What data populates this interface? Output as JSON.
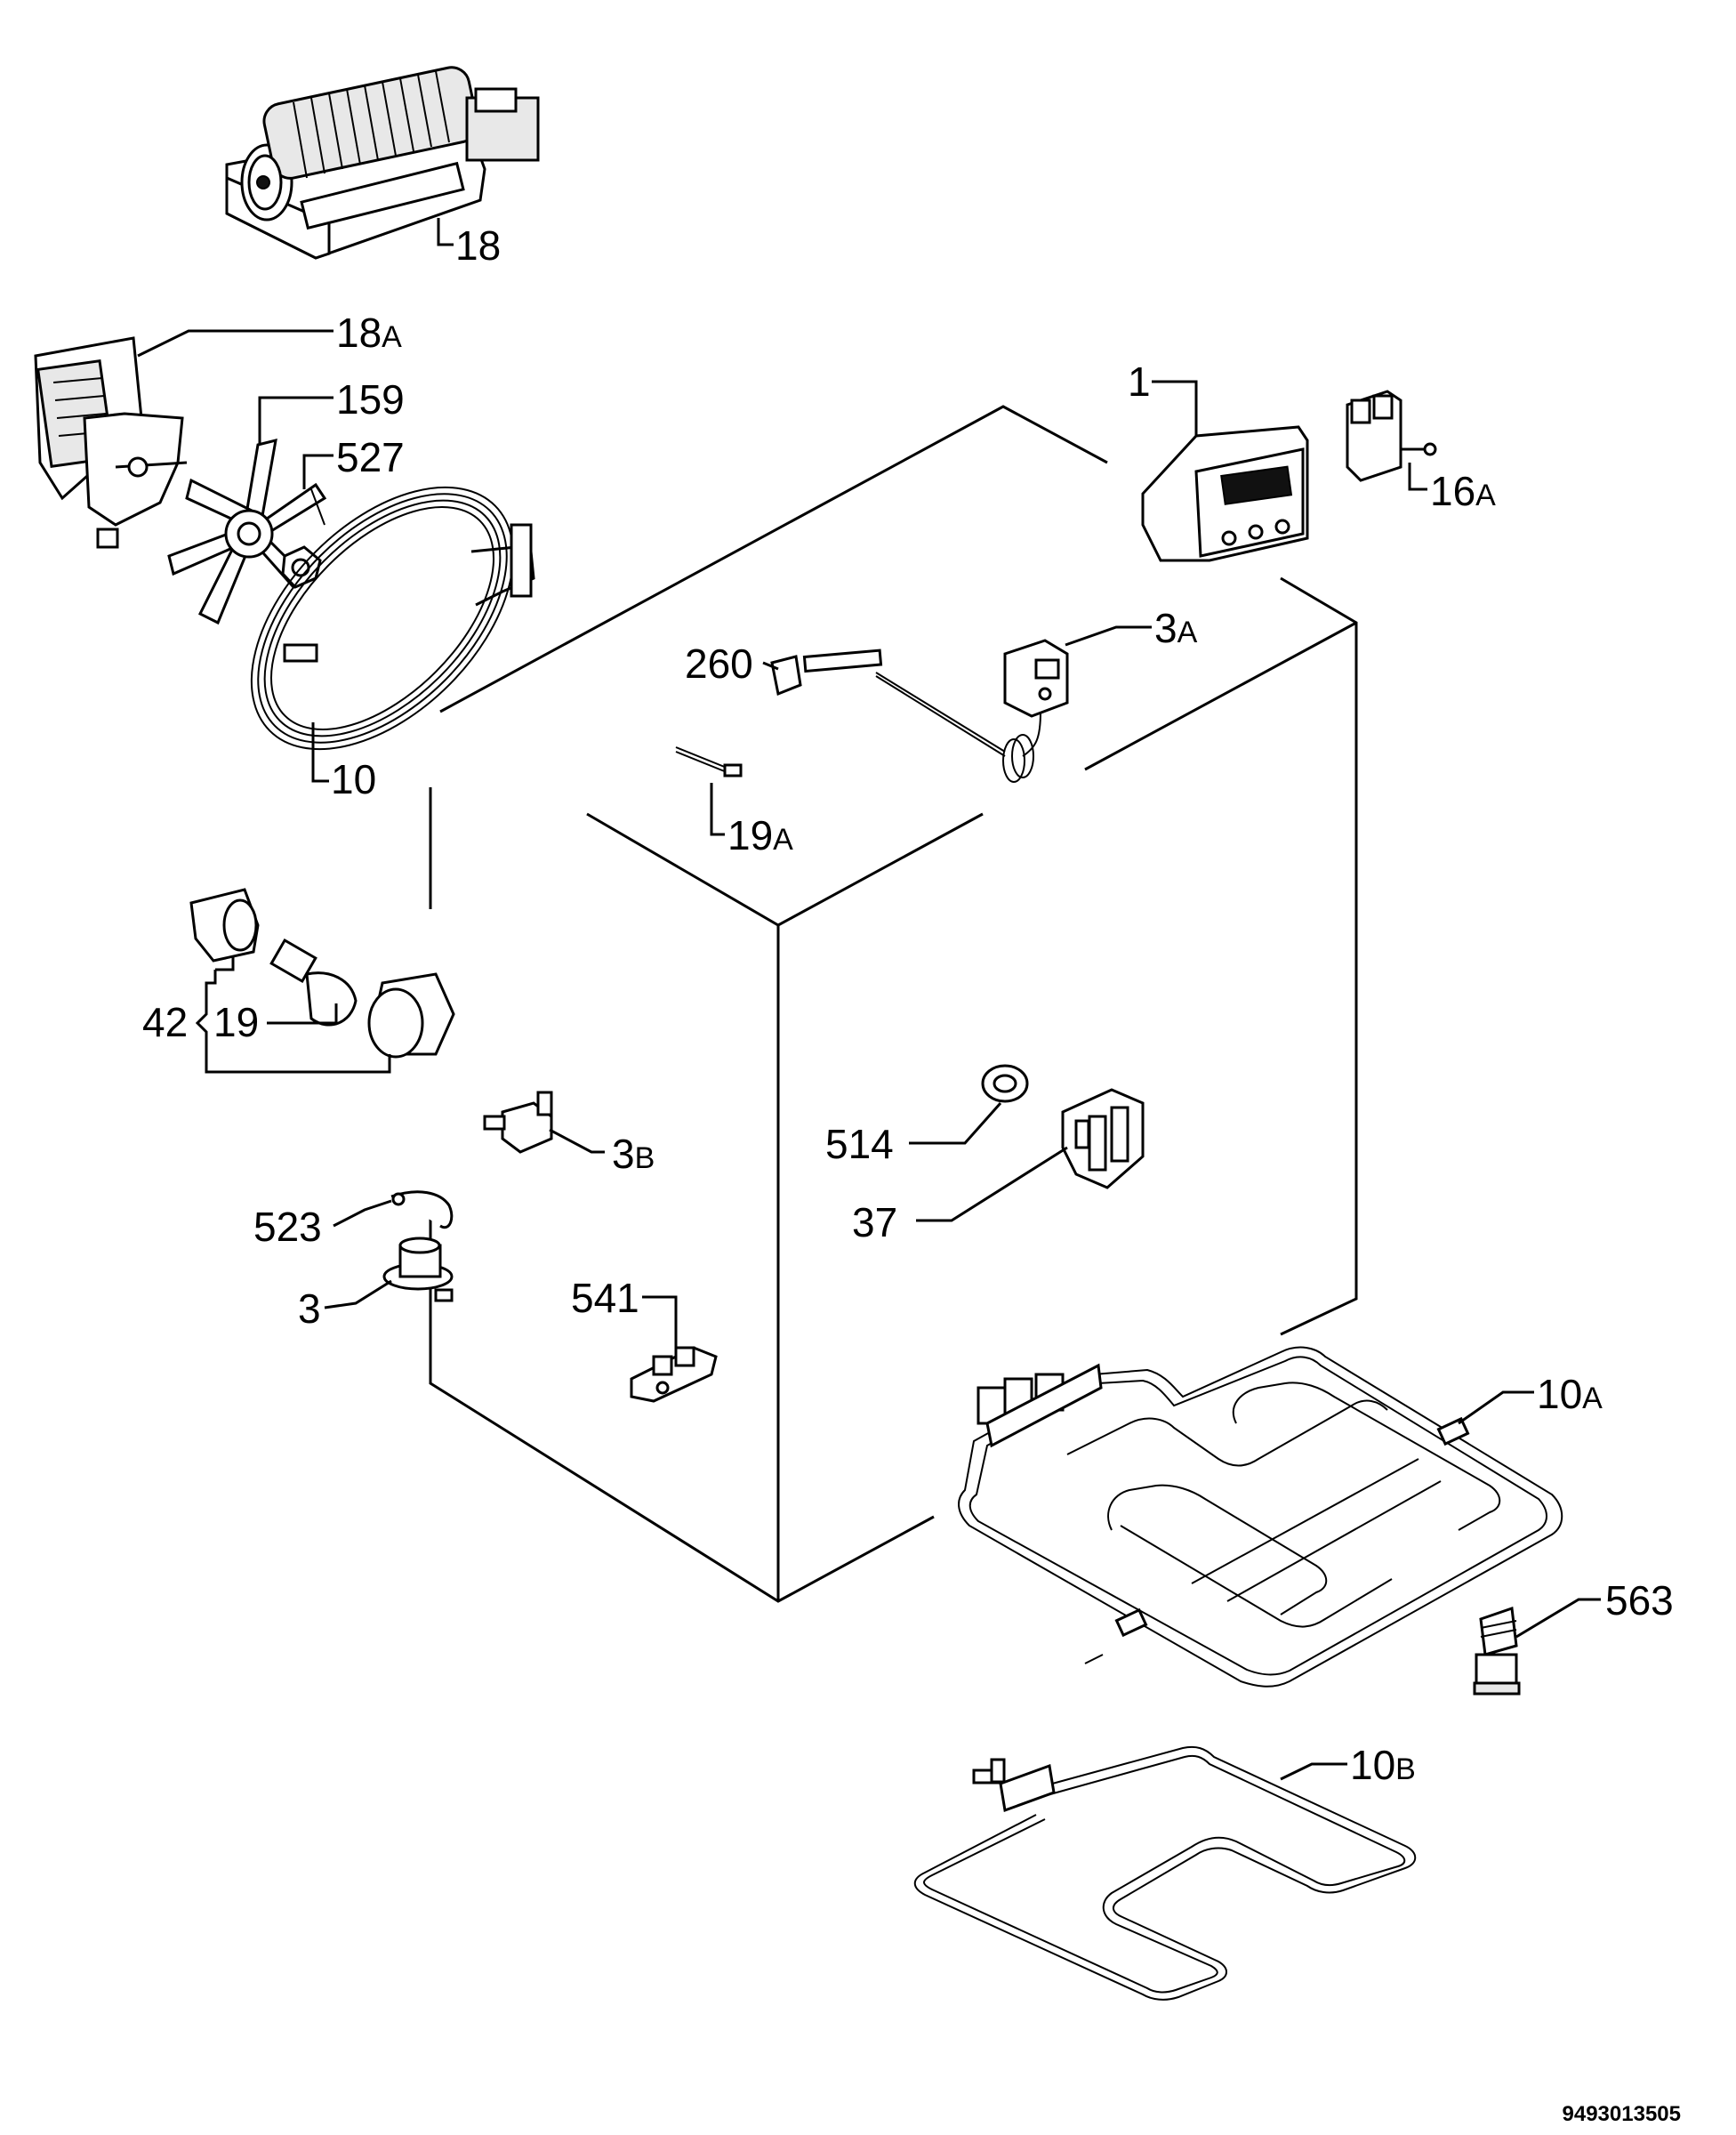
{
  "drawing_number": "9493013505",
  "callouts": {
    "p18": "18",
    "p18A": "18",
    "p18A_suffix": "A",
    "p159": "159",
    "p527": "527",
    "p10": "10",
    "p1": "1",
    "p16A": "16",
    "p16A_suffix": "A",
    "p3A": "3",
    "p3A_suffix": "A",
    "p260": "260",
    "p19A": "19",
    "p19A_suffix": "A",
    "p42": "42",
    "p19": "19",
    "p3B": "3",
    "p3B_suffix": "B",
    "p514": "514",
    "p37": "37",
    "p523": "523",
    "p3": "3",
    "p541": "541",
    "p10A": "10",
    "p10A_suffix": "A",
    "p563": "563",
    "p10B": "10",
    "p10B_suffix": "B"
  }
}
